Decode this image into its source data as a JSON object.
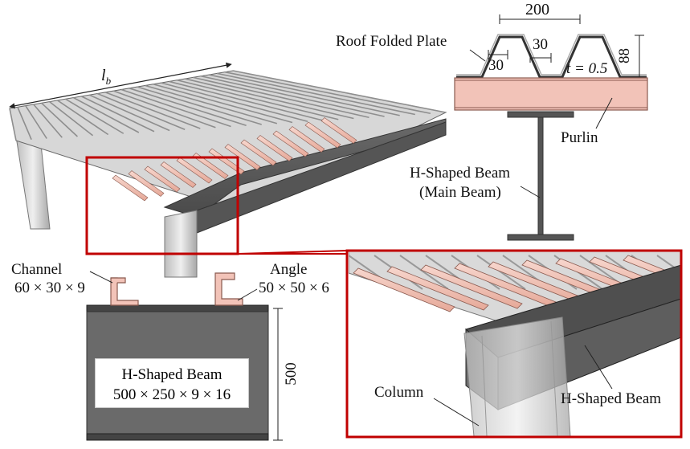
{
  "colors": {
    "frame": "#c00000",
    "purlin": "#f2c3b8",
    "purlin_edge": "#8a5a4f",
    "steel_dark": "#5a5a5a",
    "steel_mid": "#9a9a9a",
    "sheet": "#d9d9d9"
  },
  "labels": {
    "lb_symbol": "l",
    "lb_sub": "b",
    "roof_plate": "Roof Folded Plate",
    "dim_200": "200",
    "dim_30_top": "30",
    "dim_30_left": "30",
    "thickness": "t = 0.5",
    "dim_88": "88",
    "purlin": "Purlin",
    "main_beam_1": "H-Shaped Beam",
    "main_beam_2": "(Main Beam)",
    "channel_1": "Channel",
    "channel_2": "60 × 30 × 9",
    "angle_1": "Angle",
    "angle_2": "50 × 50 × 6",
    "section_1": "H-Shaped Beam",
    "section_2": "500 × 250 × 9 × 16",
    "dim_500": "500",
    "column": "Column",
    "detail_beam": "H-Shaped Beam"
  }
}
